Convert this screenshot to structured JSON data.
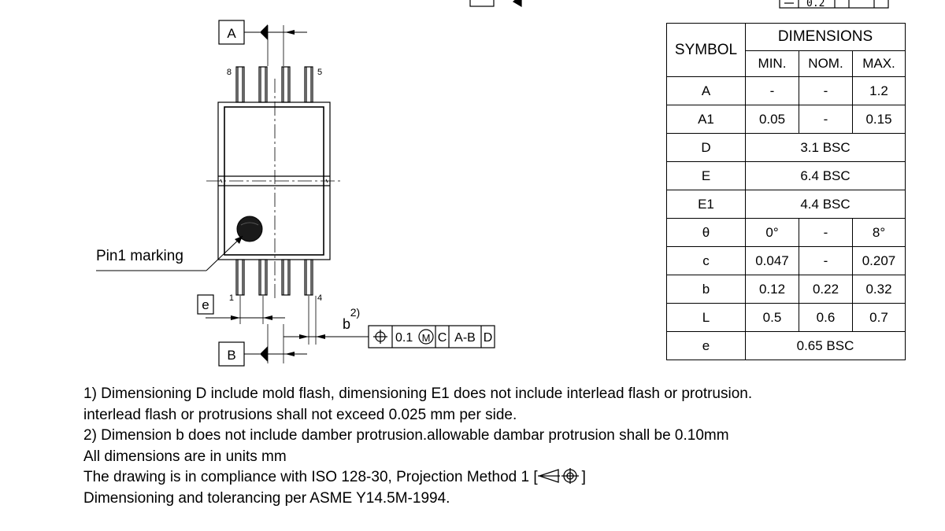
{
  "drawing": {
    "datum_a": "A",
    "datum_b": "B",
    "dim_e": "e",
    "dim_b": "b",
    "footnote_ref": "2)",
    "pin_top_left": "8",
    "pin_top_right": "5",
    "pin_bottom_left": "1",
    "pin_bottom_right": "4",
    "pin1_label": "Pin1 marking",
    "top_frame_partial": "0.2",
    "fcf": {
      "tolerance": "0.1",
      "modifier": "M",
      "datum1": "C",
      "datum2": "A-B",
      "datum3": "D"
    }
  },
  "table": {
    "symbol_header": "SYMBOL",
    "dimensions_header": "DIMENSIONS",
    "min_header": "MIN.",
    "nom_header": "NOM.",
    "max_header": "MAX.",
    "rows": [
      {
        "symbol": "A",
        "min": "-",
        "nom": "-",
        "max": "1.2"
      },
      {
        "symbol": "A1",
        "min": "0.05",
        "nom": "-",
        "max": "0.15"
      },
      {
        "symbol": "D",
        "span": "3.1 BSC"
      },
      {
        "symbol": "E",
        "span": "6.4 BSC"
      },
      {
        "symbol": "E1",
        "span": "4.4 BSC"
      },
      {
        "symbol": "θ",
        "min": "0°",
        "nom": "-",
        "max": "8°"
      },
      {
        "symbol": "c",
        "min": "0.047",
        "nom": "-",
        "max": "0.207"
      },
      {
        "symbol": "b",
        "min": "0.12",
        "nom": "0.22",
        "max": "0.32"
      },
      {
        "symbol": "L",
        "min": "0.5",
        "nom": "0.6",
        "max": "0.7"
      },
      {
        "symbol": "e",
        "span": "0.65 BSC"
      }
    ]
  },
  "notes": {
    "line1": "1) Dimensioning D include mold flash, dimensioning E1 does not include interlead flash or protrusion.",
    "line2": "interlead flash or protrusions shall not exceed 0.025 mm per side.",
    "line3": "2) Dimension b does not include damber protrusion.allowable dambar protrusion shall be 0.10mm",
    "line4": "All dimensions are in units mm",
    "line5_prefix": "The drawing is in compliance with ISO 128-30, Projection Method 1 [",
    "line5_suffix": "]",
    "line6": "Dimensioning and tolerancing per ASME Y14.5M-1994."
  }
}
